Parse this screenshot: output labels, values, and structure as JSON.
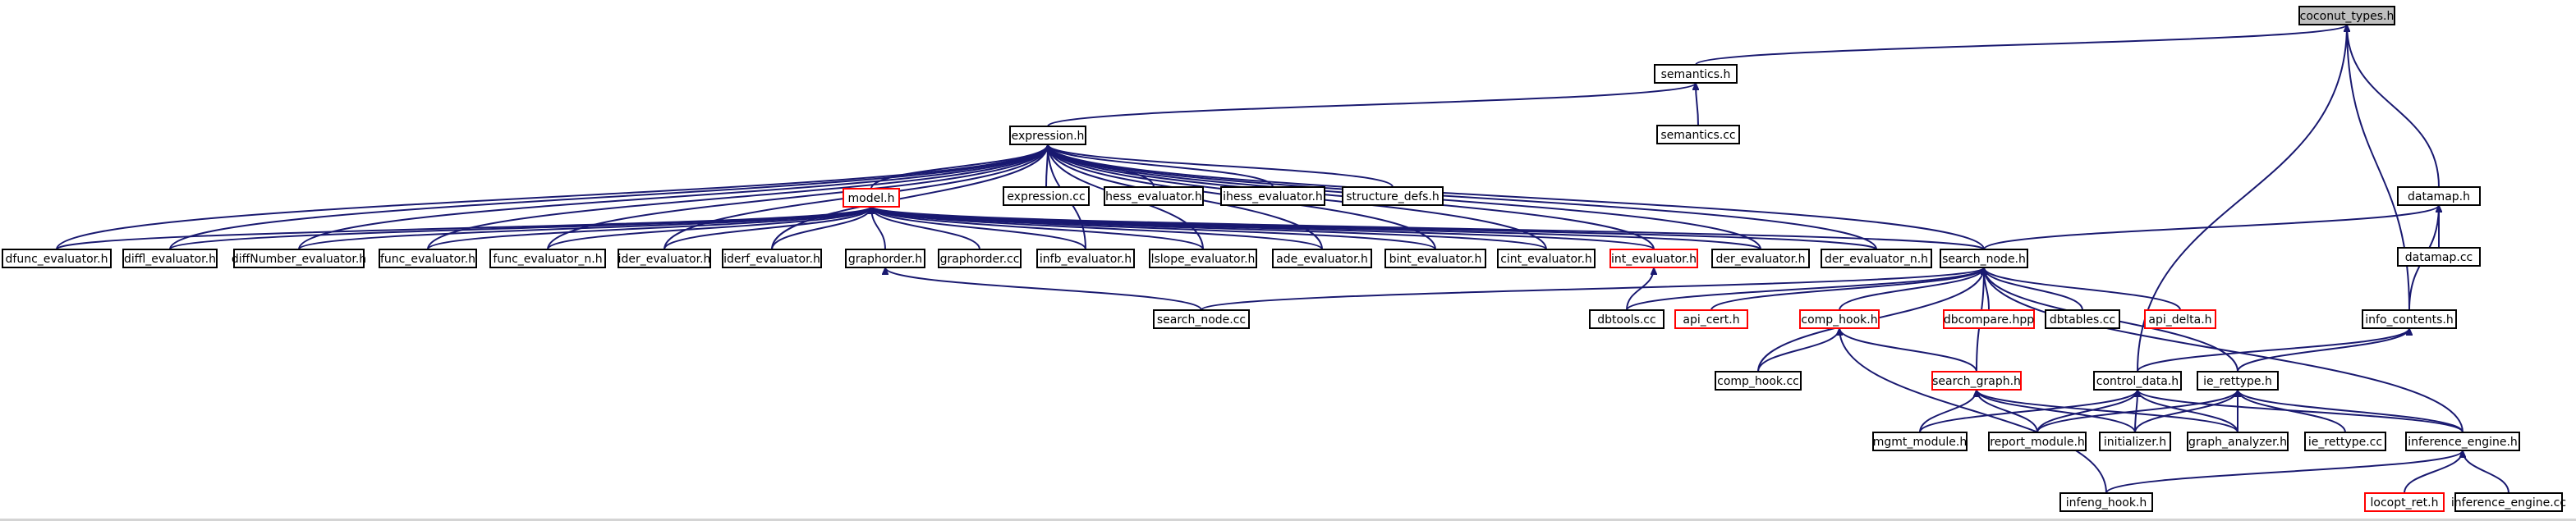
{
  "diagram": {
    "title": "",
    "nodes": [
      {
        "id": "coconut_types",
        "label": "coconut_types.h",
        "style": "root"
      },
      {
        "id": "semantics_h",
        "label": "semantics.h",
        "style": "normal"
      },
      {
        "id": "semantics_cc",
        "label": "semantics.cc",
        "style": "normal"
      },
      {
        "id": "expression_h",
        "label": "expression.h",
        "style": "normal"
      },
      {
        "id": "expression_cc",
        "label": "expression.cc",
        "style": "normal"
      },
      {
        "id": "hess_evaluator",
        "label": "hess_evaluator.h",
        "style": "normal"
      },
      {
        "id": "ihess_evaluator",
        "label": "ihess_evaluator.h",
        "style": "normal"
      },
      {
        "id": "structure_defs",
        "label": "structure_defs.h",
        "style": "normal"
      },
      {
        "id": "model_h",
        "label": "model.h",
        "style": "red"
      },
      {
        "id": "datamap_h",
        "label": "datamap.h",
        "style": "normal"
      },
      {
        "id": "datamap_cc",
        "label": "datamap.cc",
        "style": "normal"
      },
      {
        "id": "dfunc_evaluator",
        "label": "dfunc_evaluator.h",
        "style": "normal"
      },
      {
        "id": "diffl_evaluator",
        "label": "diffl_evaluator.h",
        "style": "normal"
      },
      {
        "id": "diffNumber_evaluator",
        "label": "diffNumber_evaluator.h",
        "style": "normal"
      },
      {
        "id": "func_evaluator",
        "label": "func_evaluator.h",
        "style": "normal"
      },
      {
        "id": "func_evaluator_n",
        "label": "func_evaluator_n.h",
        "style": "normal"
      },
      {
        "id": "ider_evaluator",
        "label": "ider_evaluator.h",
        "style": "normal"
      },
      {
        "id": "iderf_evaluator",
        "label": "iderf_evaluator.h",
        "style": "normal"
      },
      {
        "id": "graphorder_h",
        "label": "graphorder.h",
        "style": "normal"
      },
      {
        "id": "graphorder_cc",
        "label": "graphorder.cc",
        "style": "normal"
      },
      {
        "id": "infb_evaluator",
        "label": "infb_evaluator.h",
        "style": "normal"
      },
      {
        "id": "lslope_evaluator",
        "label": "lslope_evaluator.h",
        "style": "normal"
      },
      {
        "id": "ade_evaluator",
        "label": "ade_evaluator.h",
        "style": "normal"
      },
      {
        "id": "bint_evaluator",
        "label": "bint_evaluator.h",
        "style": "normal"
      },
      {
        "id": "cint_evaluator",
        "label": "cint_evaluator.h",
        "style": "normal"
      },
      {
        "id": "int_evaluator",
        "label": "int_evaluator.h",
        "style": "red"
      },
      {
        "id": "der_evaluator",
        "label": "der_evaluator.h",
        "style": "normal"
      },
      {
        "id": "der_evaluator_n",
        "label": "der_evaluator_n.h",
        "style": "normal"
      },
      {
        "id": "search_node_h",
        "label": "search_node.h",
        "style": "normal"
      },
      {
        "id": "search_node_cc",
        "label": "search_node.cc",
        "style": "normal"
      },
      {
        "id": "dbtools_cc",
        "label": "dbtools.cc",
        "style": "normal"
      },
      {
        "id": "api_cert",
        "label": "api_cert.h",
        "style": "red"
      },
      {
        "id": "comp_hook_h",
        "label": "comp_hook.h",
        "style": "red"
      },
      {
        "id": "dbcompare",
        "label": "dbcompare.hpp",
        "style": "red"
      },
      {
        "id": "dbtables_cc",
        "label": "dbtables.cc",
        "style": "normal"
      },
      {
        "id": "api_delta",
        "label": "api_delta.h",
        "style": "red"
      },
      {
        "id": "info_contents",
        "label": "info_contents.h",
        "style": "normal"
      },
      {
        "id": "comp_hook_cc",
        "label": "comp_hook.cc",
        "style": "normal"
      },
      {
        "id": "search_graph",
        "label": "search_graph.h",
        "style": "red"
      },
      {
        "id": "control_data",
        "label": "control_data.h",
        "style": "normal"
      },
      {
        "id": "ie_rettype_h",
        "label": "ie_rettype.h",
        "style": "normal"
      },
      {
        "id": "mgmt_module",
        "label": "mgmt_module.h",
        "style": "normal"
      },
      {
        "id": "report_module",
        "label": "report_module.h",
        "style": "normal"
      },
      {
        "id": "initializer",
        "label": "initializer.h",
        "style": "normal"
      },
      {
        "id": "graph_analyzer",
        "label": "graph_analyzer.h",
        "style": "normal"
      },
      {
        "id": "ie_rettype_cc",
        "label": "ie_rettype.cc",
        "style": "normal"
      },
      {
        "id": "inference_engine_h",
        "label": "inference_engine.h",
        "style": "normal"
      },
      {
        "id": "locopt_ret",
        "label": "locopt_ret.h",
        "style": "red"
      },
      {
        "id": "inference_engine_cc",
        "label": "inference_engine.cc",
        "style": "normal"
      },
      {
        "id": "infeng_hook",
        "label": "infeng_hook.h",
        "style": "normal"
      }
    ],
    "edges": [
      [
        "semantics_h",
        "coconut_types"
      ],
      [
        "datamap_h",
        "coconut_types"
      ],
      [
        "control_data",
        "coconut_types"
      ],
      [
        "info_contents",
        "coconut_types"
      ],
      [
        "semantics_cc",
        "semantics_h"
      ],
      [
        "expression_h",
        "semantics_h"
      ],
      [
        "expression_cc",
        "expression_h"
      ],
      [
        "hess_evaluator",
        "expression_h"
      ],
      [
        "ihess_evaluator",
        "expression_h"
      ],
      [
        "structure_defs",
        "expression_h"
      ],
      [
        "model_h",
        "expression_h"
      ],
      [
        "dfunc_evaluator",
        "expression_h"
      ],
      [
        "diffl_evaluator",
        "expression_h"
      ],
      [
        "diffNumber_evaluator",
        "expression_h"
      ],
      [
        "func_evaluator",
        "expression_h"
      ],
      [
        "func_evaluator_n",
        "expression_h"
      ],
      [
        "ider_evaluator",
        "expression_h"
      ],
      [
        "iderf_evaluator",
        "expression_h"
      ],
      [
        "infb_evaluator",
        "expression_h"
      ],
      [
        "lslope_evaluator",
        "expression_h"
      ],
      [
        "ade_evaluator",
        "expression_h"
      ],
      [
        "bint_evaluator",
        "expression_h"
      ],
      [
        "cint_evaluator",
        "expression_h"
      ],
      [
        "int_evaluator",
        "expression_h"
      ],
      [
        "der_evaluator",
        "expression_h"
      ],
      [
        "der_evaluator_n",
        "expression_h"
      ],
      [
        "search_node_h",
        "expression_h"
      ],
      [
        "dfunc_evaluator",
        "model_h"
      ],
      [
        "diffl_evaluator",
        "model_h"
      ],
      [
        "diffNumber_evaluator",
        "model_h"
      ],
      [
        "func_evaluator",
        "model_h"
      ],
      [
        "func_evaluator_n",
        "model_h"
      ],
      [
        "ider_evaluator",
        "model_h"
      ],
      [
        "iderf_evaluator",
        "model_h"
      ],
      [
        "graphorder_h",
        "model_h"
      ],
      [
        "graphorder_cc",
        "model_h"
      ],
      [
        "infb_evaluator",
        "model_h"
      ],
      [
        "lslope_evaluator",
        "model_h"
      ],
      [
        "ade_evaluator",
        "model_h"
      ],
      [
        "bint_evaluator",
        "model_h"
      ],
      [
        "cint_evaluator",
        "model_h"
      ],
      [
        "int_evaluator",
        "model_h"
      ],
      [
        "der_evaluator",
        "model_h"
      ],
      [
        "der_evaluator_n",
        "model_h"
      ],
      [
        "search_node_h",
        "model_h"
      ],
      [
        "search_node_cc",
        "graphorder_h"
      ],
      [
        "dbtools_cc",
        "int_evaluator"
      ],
      [
        "search_node_h",
        "datamap_h"
      ],
      [
        "datamap_cc",
        "datamap_h"
      ],
      [
        "info_contents",
        "datamap_h"
      ],
      [
        "search_node_cc",
        "search_node_h"
      ],
      [
        "dbtools_cc",
        "search_node_h"
      ],
      [
        "api_cert",
        "search_node_h"
      ],
      [
        "comp_hook_h",
        "search_node_h"
      ],
      [
        "dbcompare",
        "search_node_h"
      ],
      [
        "dbtables_cc",
        "search_node_h"
      ],
      [
        "api_delta",
        "search_node_h"
      ],
      [
        "comp_hook_cc",
        "search_node_h"
      ],
      [
        "search_graph",
        "search_node_h"
      ],
      [
        "ie_rettype_h",
        "search_node_h"
      ],
      [
        "inference_engine_h",
        "search_node_h"
      ],
      [
        "comp_hook_cc",
        "comp_hook_h"
      ],
      [
        "search_graph",
        "comp_hook_h"
      ],
      [
        "infeng_hook",
        "comp_hook_h"
      ],
      [
        "control_data",
        "info_contents"
      ],
      [
        "ie_rettype_h",
        "info_contents"
      ],
      [
        "mgmt_module",
        "search_graph"
      ],
      [
        "report_module",
        "search_graph"
      ],
      [
        "initializer",
        "search_graph"
      ],
      [
        "graph_analyzer",
        "search_graph"
      ],
      [
        "mgmt_module",
        "control_data"
      ],
      [
        "report_module",
        "control_data"
      ],
      [
        "initializer",
        "control_data"
      ],
      [
        "graph_analyzer",
        "control_data"
      ],
      [
        "inference_engine_h",
        "control_data"
      ],
      [
        "report_module",
        "ie_rettype_h"
      ],
      [
        "initializer",
        "ie_rettype_h"
      ],
      [
        "graph_analyzer",
        "ie_rettype_h"
      ],
      [
        "ie_rettype_cc",
        "ie_rettype_h"
      ],
      [
        "inference_engine_h",
        "ie_rettype_h"
      ],
      [
        "locopt_ret",
        "inference_engine_h"
      ],
      [
        "inference_engine_cc",
        "inference_engine_h"
      ],
      [
        "infeng_hook",
        "inference_engine_h"
      ]
    ]
  }
}
